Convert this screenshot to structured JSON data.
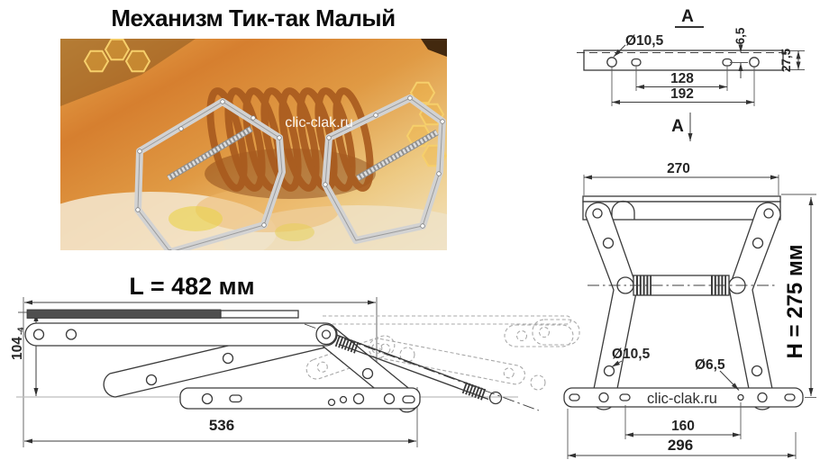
{
  "title": "Механизм Тик-так Малый",
  "photo": {
    "watermark": "clic-clak.ru"
  },
  "top_view": {
    "section_label_top": "A",
    "section_label_bottom": "A",
    "hole_diameter": "Ø10,5",
    "hole_offset": "6,5",
    "bar_height": "27,5",
    "slot_spacing": "128",
    "hole_spacing": "192"
  },
  "side_view": {
    "length_label": "L = 482 мм",
    "folded_height": "104",
    "folded_height_tolerance": "-4",
    "base_length": "536"
  },
  "front_view": {
    "top_width": "270",
    "height_label": "H = 275 мм",
    "hole_diameter": "Ø10,5",
    "small_hole_diameter": "Ø6,5",
    "slot_spacing": "160",
    "base_width": "296",
    "watermark": "clic-clak.ru"
  }
}
